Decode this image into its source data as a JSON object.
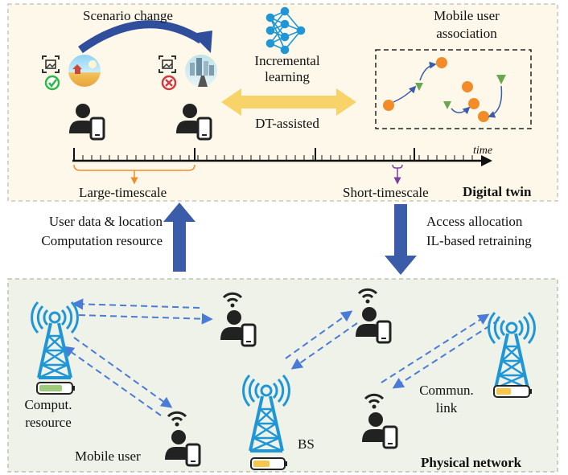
{
  "digital_twin": {
    "title": "Digital twin",
    "scenario_change": "Scenario change",
    "incremental_learning_line1": "Incremental",
    "incremental_learning_line2": "learning",
    "dt_assisted": "DT-assisted",
    "mobile_user_association_line1": "Mobile user",
    "mobile_user_association_line2": "association",
    "time_label": "time",
    "large_timescale": "Large-timescale",
    "short_timescale": "Short-timescale"
  },
  "uplink": {
    "line1": "User data & location",
    "line2": "Computation resource"
  },
  "downlink": {
    "line1": "Access allocation",
    "line2": "IL-based retraining"
  },
  "physical_network": {
    "title": "Physical network",
    "comput_resource_line1": "Comput.",
    "comput_resource_line2": "resource",
    "mobile_user": "Mobile user",
    "bs": "BS",
    "commun_link_line1": "Commun.",
    "commun_link_line2": "link"
  },
  "colors": {
    "dt_panel_bg": "#fdf8ea",
    "pn_panel_bg": "#eef2e9",
    "tower_blue": "#1f97d6",
    "arrow_blue": "#3b5ca8",
    "link_blue": "#4a7bd6",
    "bidir_yellow": "#f8d36a",
    "user_dark": "#222222",
    "ring_orange": "#f28c28",
    "triangle_green": "#6aa84f",
    "battery_green": "#9ecb7a",
    "battery_yellow": "#f7c548"
  }
}
